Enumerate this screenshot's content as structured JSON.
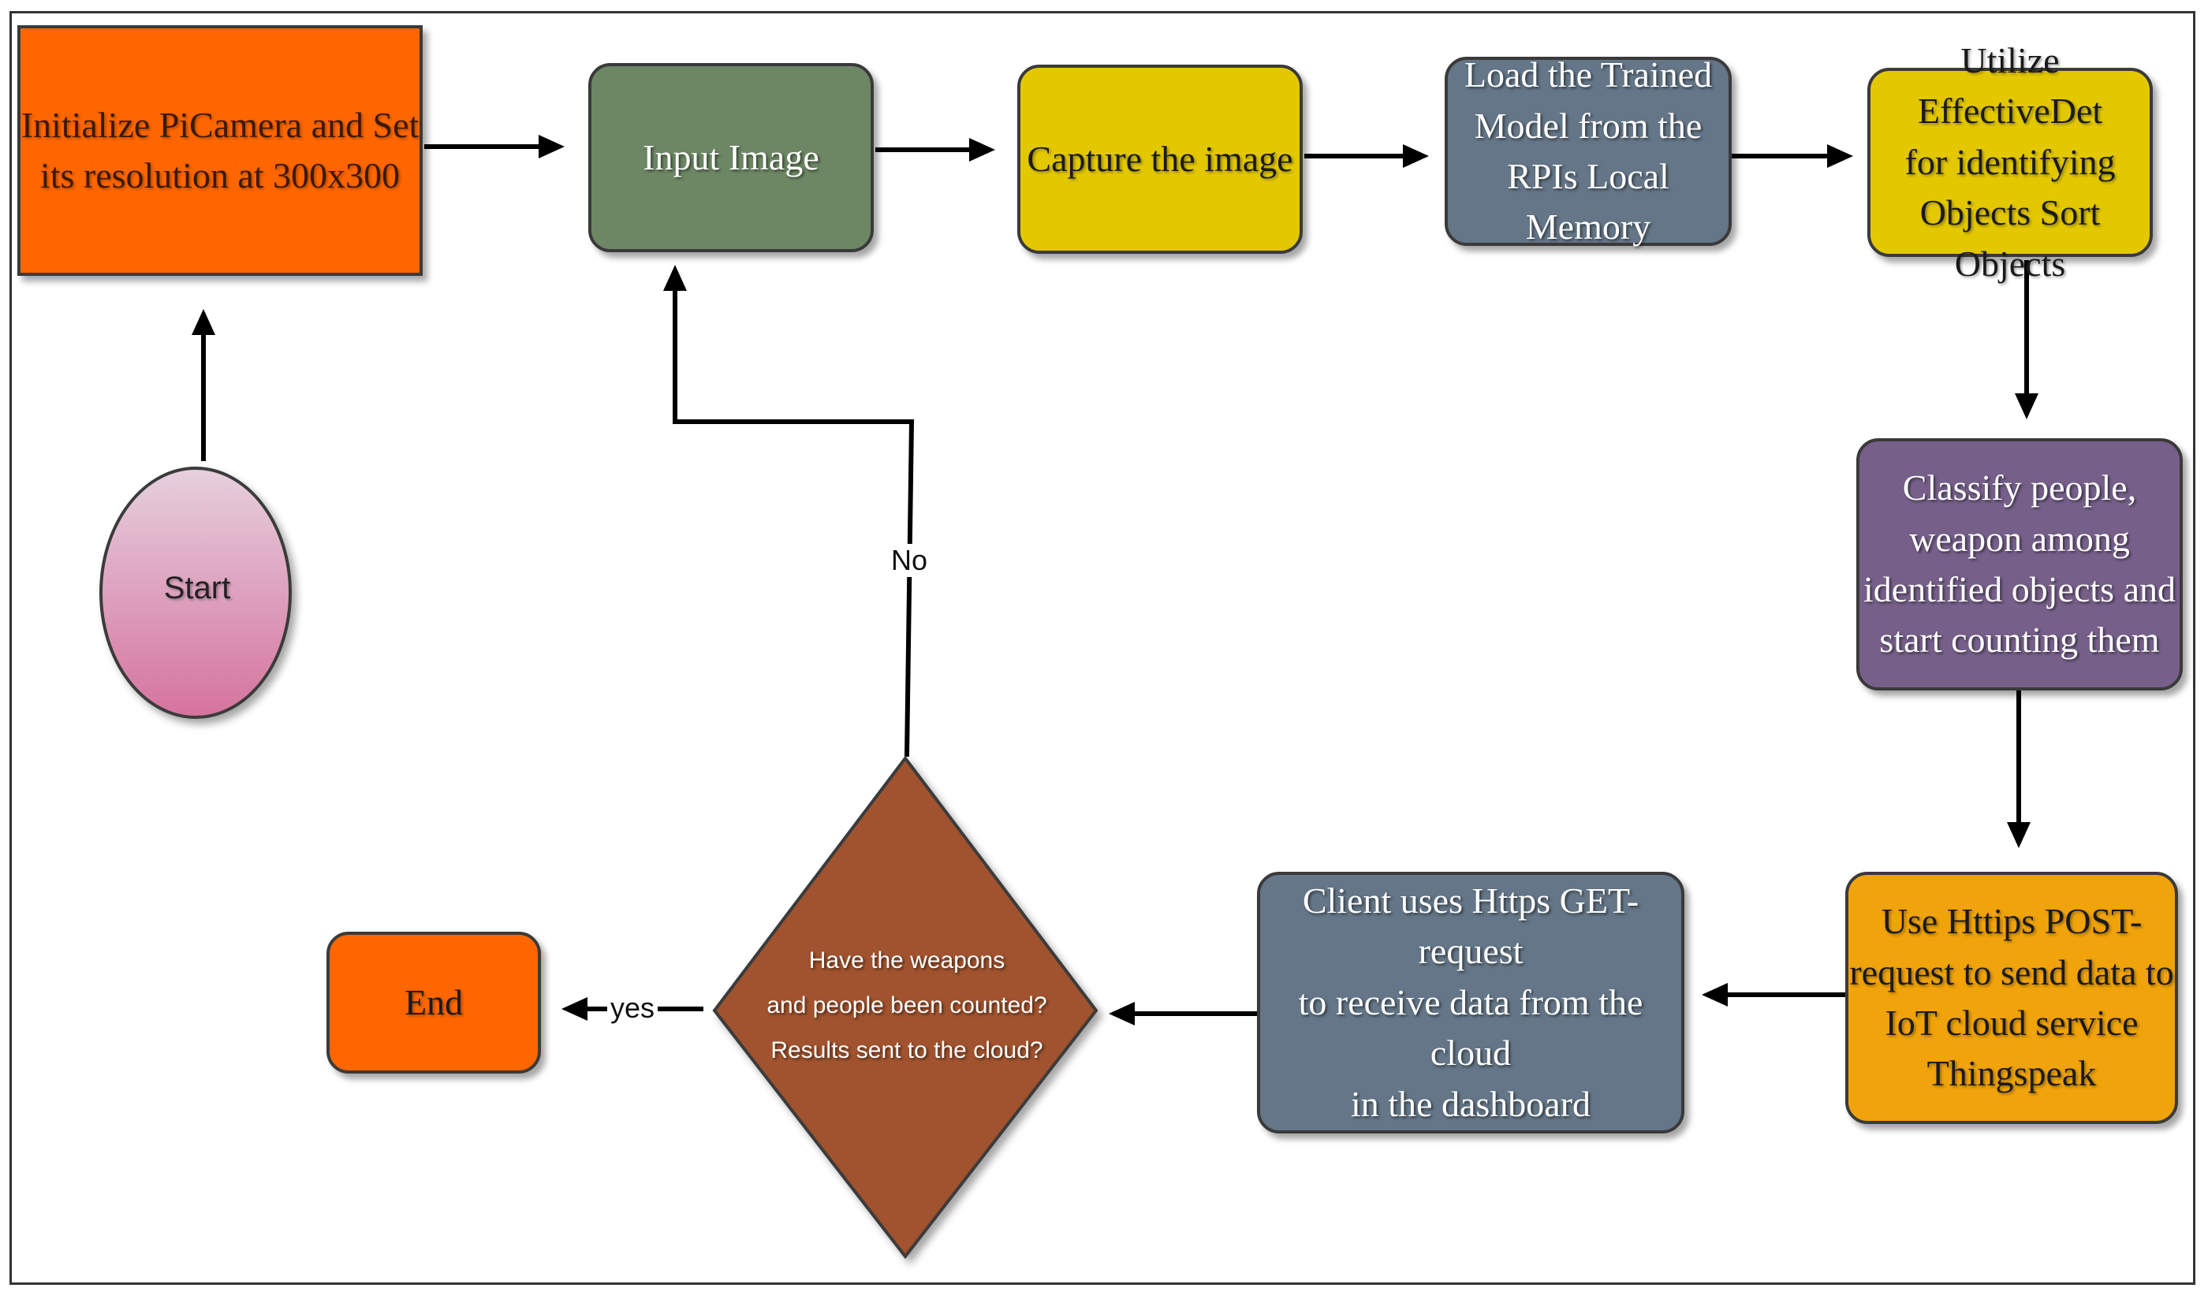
{
  "colors": {
    "orange": "#ff6600",
    "green": "#6d8764",
    "yellow": "#e3c800",
    "slate": "#647687",
    "purple": "#76608a",
    "amber": "#f0a30a",
    "brown": "#a0522d",
    "pink_top": "#e6d0de",
    "pink_bottom": "#d5739d"
  },
  "nodes": {
    "start": "Start",
    "init": "Initialize PiCamera and Set\nits resolution at 300x300",
    "input": "Input Image",
    "capture": "Capture the image",
    "load": "Load the Trained\nModel from the\nRPIs Local Memory",
    "utilize": "Utilize EffectiveDet\nfor identifying\nObjects Sort Objects",
    "classify": "Classify people,\nweapon among\nidentified objects and\nstart counting them",
    "post": "Use Httips POST-\nrequest to send data to\nIoT cloud service\nThingspeak",
    "client": "Client uses Https GET-request\nto receive data from the cloud\nin the dashboard",
    "decision": "Have the weapons\nand people been counted?\nResults sent to the cloud?",
    "end": "End"
  },
  "edges": {
    "no_label": "No",
    "yes_label": "yes"
  }
}
